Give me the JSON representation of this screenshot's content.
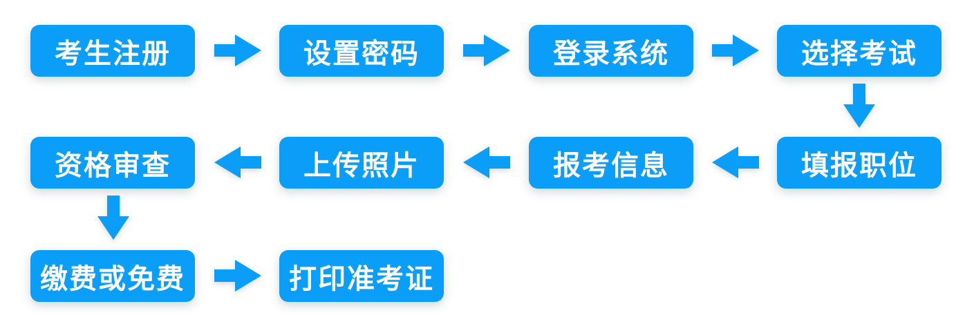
{
  "colors": {
    "box_blue": "#0a9ef8",
    "label_white": "#ffffff",
    "background": "#ffffff"
  },
  "steps": [
    {
      "id": "candidate-register",
      "label": "考生注册"
    },
    {
      "id": "set-password",
      "label": "设置密码"
    },
    {
      "id": "login-system",
      "label": "登录系统"
    },
    {
      "id": "select-exam",
      "label": "选择考试"
    },
    {
      "id": "fill-position",
      "label": "填报职位"
    },
    {
      "id": "application-info",
      "label": "报考信息"
    },
    {
      "id": "upload-photo",
      "label": "上传照片"
    },
    {
      "id": "qualification-review",
      "label": "资格审查"
    },
    {
      "id": "pay-or-free",
      "label": "缴费或免费"
    },
    {
      "id": "print-admission-ticket",
      "label": "打印准考证"
    }
  ]
}
